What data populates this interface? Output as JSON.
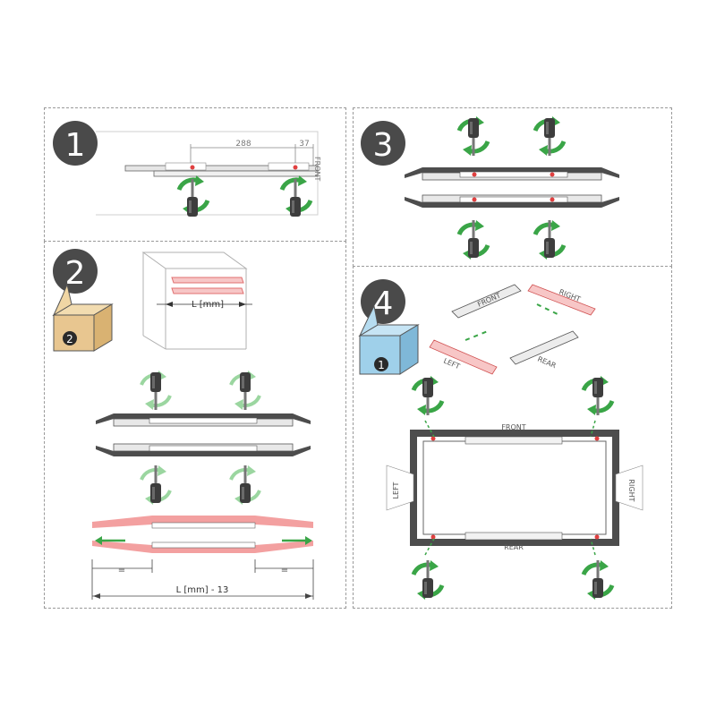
{
  "steps": [
    {
      "number": "1",
      "dim_long": "288",
      "dim_short": "37",
      "front_label": "FRONT"
    },
    {
      "number": "2",
      "box_number": "2",
      "width_label": "L [mm]",
      "eq_label": "=",
      "length_label": "L [mm] - 13"
    },
    {
      "number": "3"
    },
    {
      "number": "4",
      "box_number": "1",
      "front": "FRONT",
      "rear": "REAR",
      "left": "LEFT",
      "right": "RIGHT"
    }
  ],
  "colors": {
    "step_circle": "#4a4a4a",
    "arrow_green": "#3aa547",
    "arrow_green_light": "#9bd6a0",
    "rail_dark": "#555555",
    "highlight_red": "#f08a8a",
    "box_tan": "#e8c690",
    "box_blue": "#9fd0ea"
  }
}
